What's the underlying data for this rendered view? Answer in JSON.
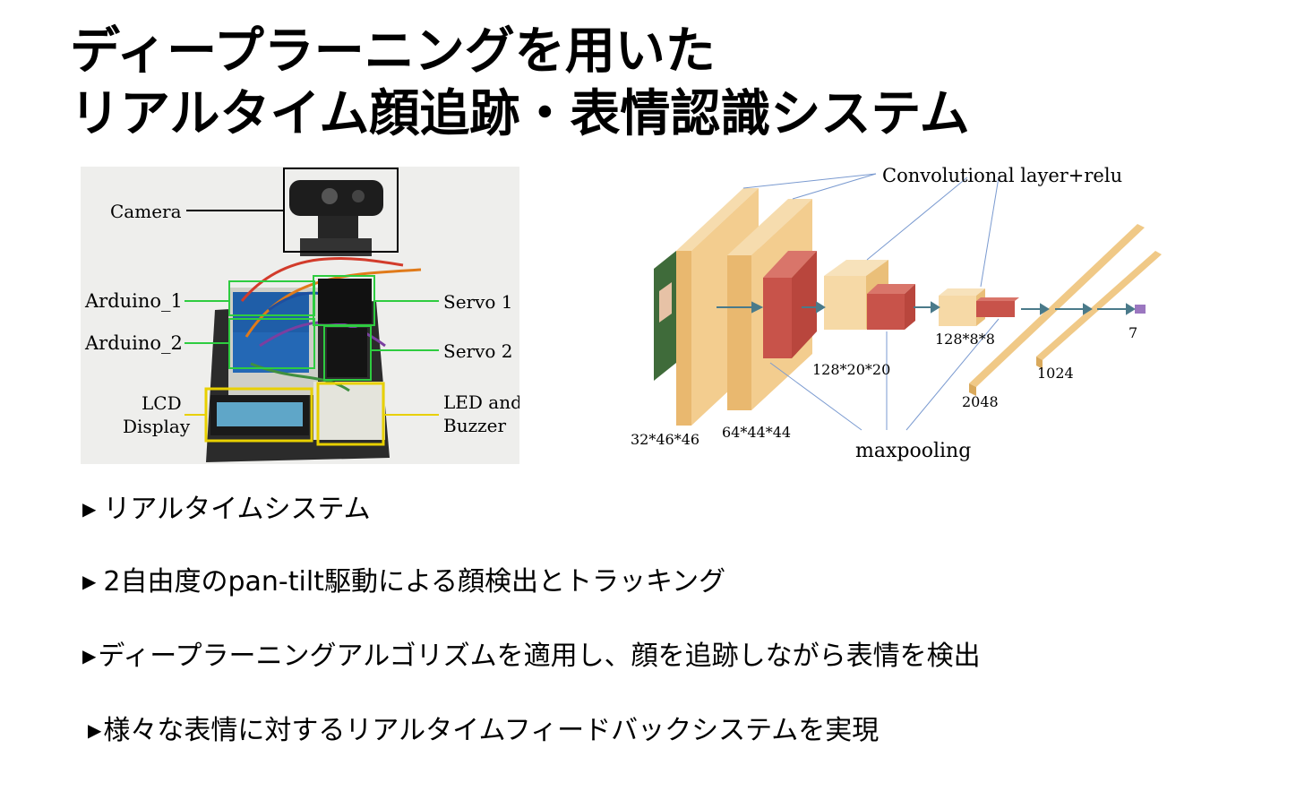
{
  "slide": {
    "title_line1": "ディープラーニングを用いた",
    "title_line2": "リアルタイム顔追跡・表情認識システム"
  },
  "hardware_photo": {
    "labels": {
      "camera": "Camera",
      "arduino1": "Arduino_1",
      "arduino2": "Arduino_2",
      "lcd_line1": "LCD",
      "lcd_line2": "Display",
      "servo1": "Servo 1",
      "servo2": "Servo 2",
      "led_line1": "LED and",
      "led_line2": "Buzzer"
    },
    "colors": {
      "label_box": "#2ecc40",
      "lcd_box": "#e8d000",
      "camera_box": "#000000"
    }
  },
  "cnn_diagram": {
    "conv_label": "Convolutional layer+relu",
    "pool_label": "maxpooling",
    "dims": {
      "d1": "32*46*46",
      "d2": "64*44*44",
      "d3": "128*20*20",
      "d4": "128*8*8",
      "d5": "2048",
      "d6": "1024",
      "d7": "7"
    },
    "colors": {
      "conv": "#f3cd8f",
      "pool": "#c8534a",
      "arrow": "#4a7a8a",
      "fc": "#f0c987",
      "out": "#9b77c0"
    }
  },
  "bullets": {
    "marker": "▶",
    "b1": "リアルタイムシステム",
    "b2": "2自由度のpan-tilt駆動による顔検出とトラッキング",
    "b3": "ディープラーニングアルゴリズムを適用し、顔を追跡しながら表情を検出",
    "b4": "様々な表情に対するリアルタイムフィードバックシステムを実現"
  }
}
